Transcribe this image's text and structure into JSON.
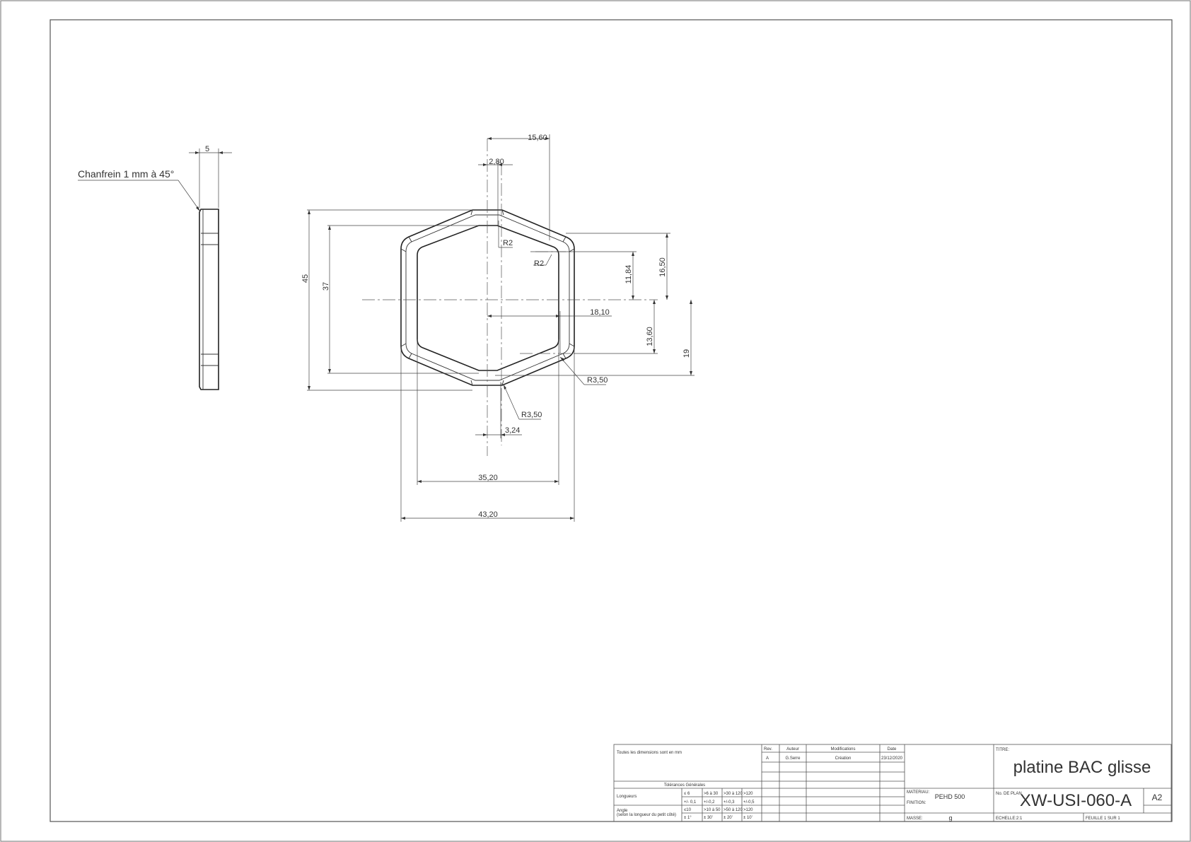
{
  "note_chamfer": "Chanfrein 1 mm à 45°",
  "dims": {
    "side_thickness": "5",
    "d_15_60": "15,60",
    "d_2_80": "2,80",
    "d_45": "45",
    "d_37": "37",
    "r_top1": "R2",
    "r_top2": "R2",
    "d_11_84": "11,84",
    "d_16_50": "16,50",
    "d_18_10": "18,10",
    "d_13_60": "13,60",
    "d_19": "19",
    "r_350_right": "R3,50",
    "r_350_bottom": "R3,50",
    "d_3_24": "3,24",
    "d_35_20": "35,20",
    "d_43_20": "43,20"
  },
  "title_block": {
    "units_note": "Toutes les dimensions sont en mm",
    "tol_header": "Tolérances Générales",
    "longueurs": "Longueurs",
    "angle": "Angle",
    "angle_sub": "(selon la longueur du petit côté)",
    "len_ranges": [
      "≤ 6",
      ">6 à 30",
      ">30 à 120",
      ">120"
    ],
    "len_tols": [
      "+/- 0,1",
      "+/-0,2",
      "+/-0,3",
      "+/-0,5"
    ],
    "ang_ranges": [
      "≤10",
      ">10 à 50",
      ">50 à 120",
      ">120"
    ],
    "ang_tols": [
      "± 1°",
      "± 30'",
      "± 20'",
      "± 10'"
    ],
    "rev_header": "Rev.",
    "author_header": "Auteur",
    "mods_header": "Modifications",
    "date_header": "Date",
    "rev_value": "A",
    "author_value": "G.Serre",
    "mods_value": "Création",
    "date_value": "23/12/2020",
    "materiau_label": "MATERIAU:",
    "materiau_value": "PEHD 500",
    "finition_label": "FINITION:",
    "masse_label": "MASSE:",
    "masse_value": "g",
    "titre_label": "TITRE:",
    "titre_value": "platine BAC glisse",
    "plan_label": "No. DE PLAN",
    "plan_value": "XW-USI-060-A",
    "format": "A2",
    "echelle": "ECHELLE:2:1",
    "feuille": "FEUILLE 1 SUR 1"
  }
}
